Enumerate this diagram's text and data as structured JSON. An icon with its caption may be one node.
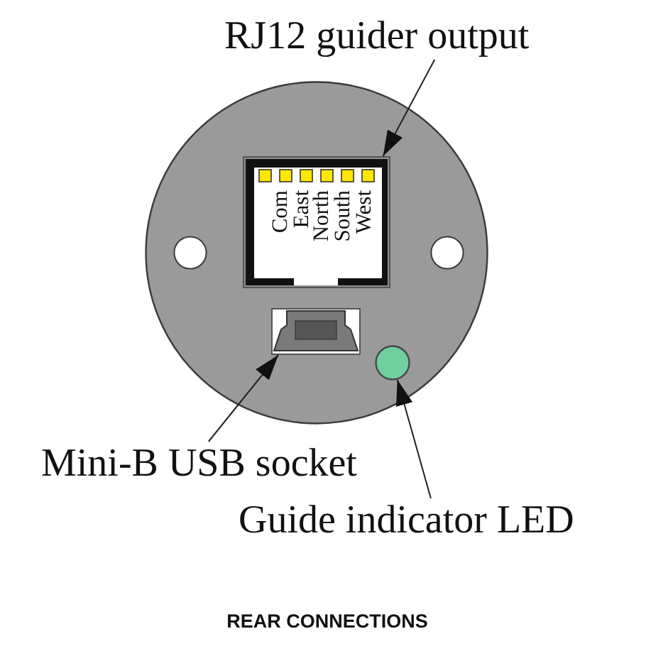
{
  "diagram": {
    "caption": "REAR CONNECTIONS",
    "nodes": [
      {
        "text": [
          "RJ12 guider output"
        ]
      },
      {
        "text": [],
        "shape": "circle"
      },
      {
        "text": [
          "Com",
          "East",
          "North",
          "South",
          "West"
        ],
        "in": 1
      },
      {
        "text": [],
        "shape": "box",
        "in": 1
      },
      {
        "text": [],
        "shape": "circle",
        "in": 1
      },
      {
        "text": [
          "Mini-B USB socket"
        ]
      },
      {
        "text": [
          "Guide indicator LED"
        ]
      }
    ],
    "edges": [
      {
        "from": 0,
        "to": 2,
        "arrow": "to"
      },
      {
        "from": 5,
        "to": 3,
        "arrow": "to"
      },
      {
        "from": 6,
        "to": 4,
        "arrow": "to"
      }
    ]
  }
}
